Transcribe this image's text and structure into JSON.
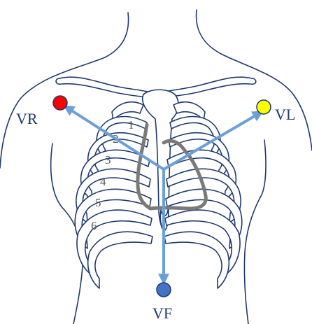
{
  "electrodes": {
    "vr": {
      "label": "VR",
      "color": "#ff0000"
    },
    "vl": {
      "label": "VL",
      "color": "#ffff00"
    },
    "vf": {
      "label": "VF",
      "color": "#4472c4"
    }
  },
  "rib_numbers": [
    "1",
    "2",
    "3",
    "4",
    "5",
    "6"
  ],
  "colors": {
    "outline": "#1f3a6e",
    "vector_arrows": "#6a9fd8",
    "heart_outline": "#7a7a7a"
  }
}
